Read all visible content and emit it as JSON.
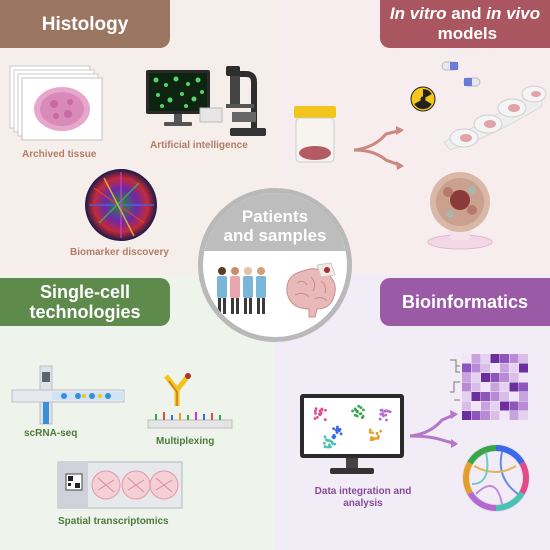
{
  "center": {
    "line1": "Patients",
    "line2": "and samples"
  },
  "histology": {
    "title": "Histology",
    "archived": "Archived tissue",
    "ai": "Artificial intelligence",
    "biomarker": "Biomarker discovery"
  },
  "models": {
    "title_p1": "In vitro",
    "title_p2": " and ",
    "title_p3": "in vivo",
    "title_p4": " models"
  },
  "single_cell": {
    "title": "Single-cell technologies",
    "scrna": "scRNA-seq",
    "multiplex": "Multiplexing",
    "spatial": "Spatial transcriptomics"
  },
  "bioinformatics": {
    "title": "Bioinformatics",
    "data_integration_l1": "Data integration and",
    "data_integration_l2": "analysis"
  },
  "colors": {
    "histology": "#9a7560",
    "models": "#a95660",
    "single_cell": "#5e8a4c",
    "bioinformatics": "#9a5aa6",
    "center_ring": "#b9b9b9"
  },
  "icons": [
    "tissue-slides-icon",
    "microscope-icon",
    "computer-monitor-icon",
    "multiplex-image-icon",
    "sample-jar-icon",
    "arrow-split-icon",
    "mice-icon",
    "radiation-icon",
    "pill-icon",
    "organoid-dish-icon",
    "patients-icon",
    "brain-icon",
    "microfluidic-chip-icon",
    "antibody-icon",
    "spatial-slide-icon",
    "heatmap-icon",
    "chord-diagram-icon",
    "umap-monitor-icon"
  ]
}
